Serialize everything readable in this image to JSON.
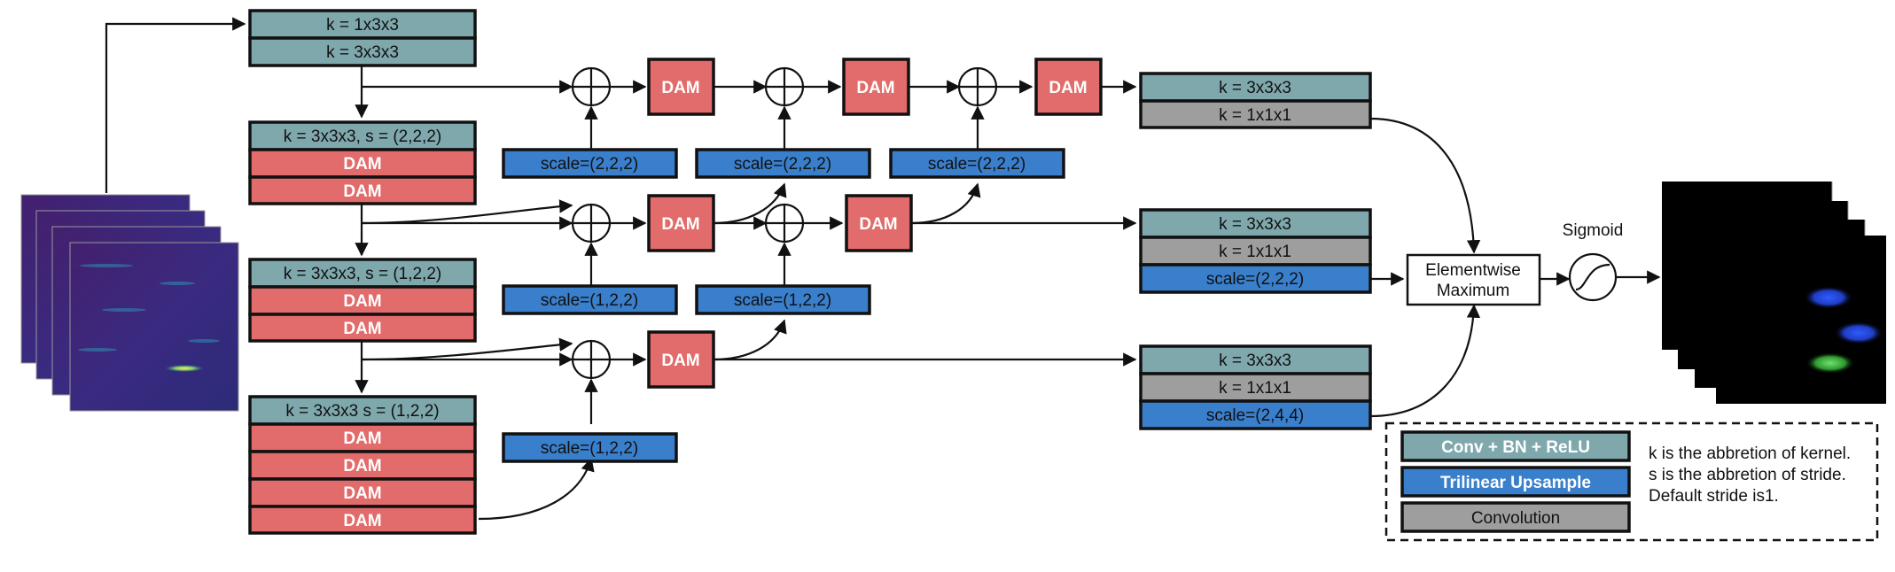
{
  "encoder": {
    "stage1": [
      "k = 1x3x3",
      "k = 3x3x3"
    ],
    "stage2": [
      "k = 3x3x3, s = (2,2,2)",
      "DAM",
      "DAM"
    ],
    "stage3": [
      "k = 3x3x3, s = (1,2,2)",
      "DAM",
      "DAM"
    ],
    "stage4": [
      "k = 3x3x3 s = (1,2,2)",
      "DAM",
      "DAM",
      "DAM",
      "DAM"
    ]
  },
  "scale_blocks": [
    "scale=(2,2,2)",
    "scale=(2,2,2)",
    "scale=(2,2,2)",
    "scale=(1,2,2)",
    "scale=(1,2,2)",
    "scale=(1,2,2)"
  ],
  "dam_label": "DAM",
  "heads": {
    "head1": [
      "k = 3x3x3",
      "k = 1x1x1"
    ],
    "head2": [
      "k = 3x3x3",
      "k = 1x1x1",
      "scale=(2,2,2)"
    ],
    "head3": [
      "k = 3x3x3",
      "k = 1x1x1",
      "scale=(2,4,4)"
    ]
  },
  "fusion": {
    "line1": "Elementwise",
    "line2": "Maximum"
  },
  "sigmoid_label": "Sigmoid",
  "legend": {
    "items": [
      "Conv + BN + ReLU",
      "Trilinear Upsample",
      "Convolution"
    ],
    "notes": [
      "k is the abbretion of kernel.",
      "s is the abbretion of stride.",
      "Default stride is1."
    ]
  },
  "colors": {
    "conv_bn_relu": "#7fa8ad",
    "dam": "#e26b6b",
    "upsample": "#3a7fcb",
    "convolution": "#9e9e9e"
  }
}
